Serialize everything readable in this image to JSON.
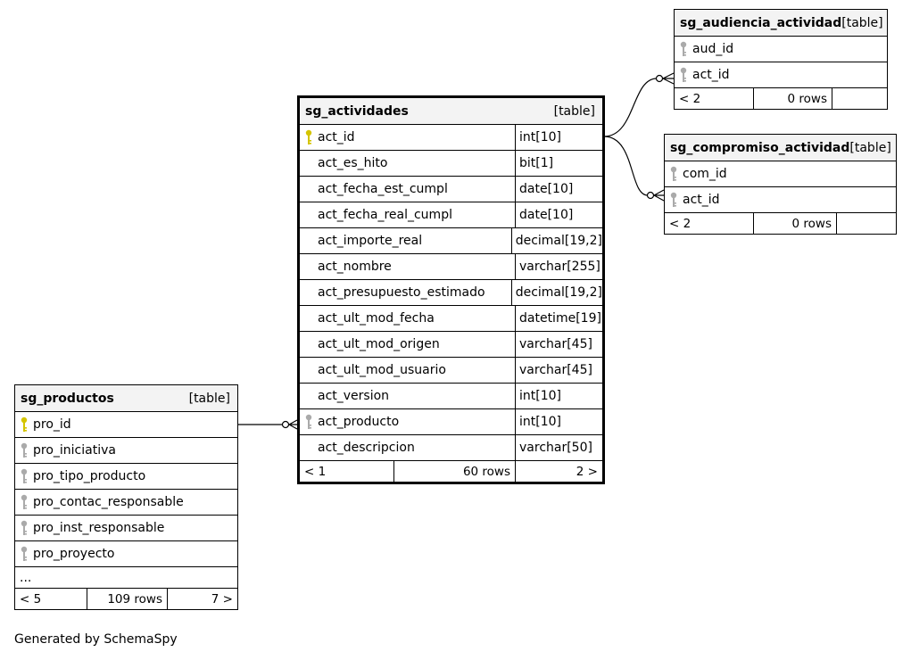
{
  "colors": {
    "pk_key": "#d4c400",
    "fk_key": "#aaaaaa",
    "header_bg": "#f3f3f3"
  },
  "icons": {
    "primary_key": "key-icon",
    "foreign_key": "key-icon"
  },
  "footer": "Generated by SchemaSpy",
  "tables": {
    "sg_actividades": {
      "name": "sg_actividades",
      "type": "[table]",
      "columns": [
        {
          "name": "act_id",
          "type": "int[10]",
          "key": "pk"
        },
        {
          "name": "act_es_hito",
          "type": "bit[1]",
          "key": ""
        },
        {
          "name": "act_fecha_est_cumpl",
          "type": "date[10]",
          "key": ""
        },
        {
          "name": "act_fecha_real_cumpl",
          "type": "date[10]",
          "key": ""
        },
        {
          "name": "act_importe_real",
          "type": "decimal[19,2]",
          "key": ""
        },
        {
          "name": "act_nombre",
          "type": "varchar[255]",
          "key": ""
        },
        {
          "name": "act_presupuesto_estimado",
          "type": "decimal[19,2]",
          "key": ""
        },
        {
          "name": "act_ult_mod_fecha",
          "type": "datetime[19]",
          "key": ""
        },
        {
          "name": "act_ult_mod_origen",
          "type": "varchar[45]",
          "key": ""
        },
        {
          "name": "act_ult_mod_usuario",
          "type": "varchar[45]",
          "key": ""
        },
        {
          "name": "act_version",
          "type": "int[10]",
          "key": ""
        },
        {
          "name": "act_producto",
          "type": "int[10]",
          "key": "fk"
        },
        {
          "name": "act_descripcion",
          "type": "varchar[50]",
          "key": ""
        }
      ],
      "footer": {
        "parents": "< 1",
        "rows": "60 rows",
        "children": "2 >"
      }
    },
    "sg_productos": {
      "name": "sg_productos",
      "type": "[table]",
      "columns": [
        {
          "name": "pro_id",
          "key": "pk"
        },
        {
          "name": "pro_iniciativa",
          "key": "fk"
        },
        {
          "name": "pro_tipo_producto",
          "key": "fk"
        },
        {
          "name": "pro_contac_responsable",
          "key": "fk"
        },
        {
          "name": "pro_inst_responsable",
          "key": "fk"
        },
        {
          "name": "pro_proyecto",
          "key": "fk"
        }
      ],
      "more": "...",
      "footer": {
        "parents": "< 5",
        "rows": "109 rows",
        "children": "7 >"
      }
    },
    "sg_audiencia_actividad": {
      "name": "sg_audiencia_actividad",
      "type": "[table]",
      "columns": [
        {
          "name": "aud_id",
          "key": "fk"
        },
        {
          "name": "act_id",
          "key": "fk"
        }
      ],
      "footer": {
        "parents": "< 2",
        "rows": "0 rows",
        "children": ""
      }
    },
    "sg_compromiso_actividad": {
      "name": "sg_compromiso_actividad",
      "type": "[table]",
      "columns": [
        {
          "name": "com_id",
          "key": "fk"
        },
        {
          "name": "act_id",
          "key": "fk"
        }
      ],
      "footer": {
        "parents": "< 2",
        "rows": "0 rows",
        "children": ""
      }
    }
  }
}
